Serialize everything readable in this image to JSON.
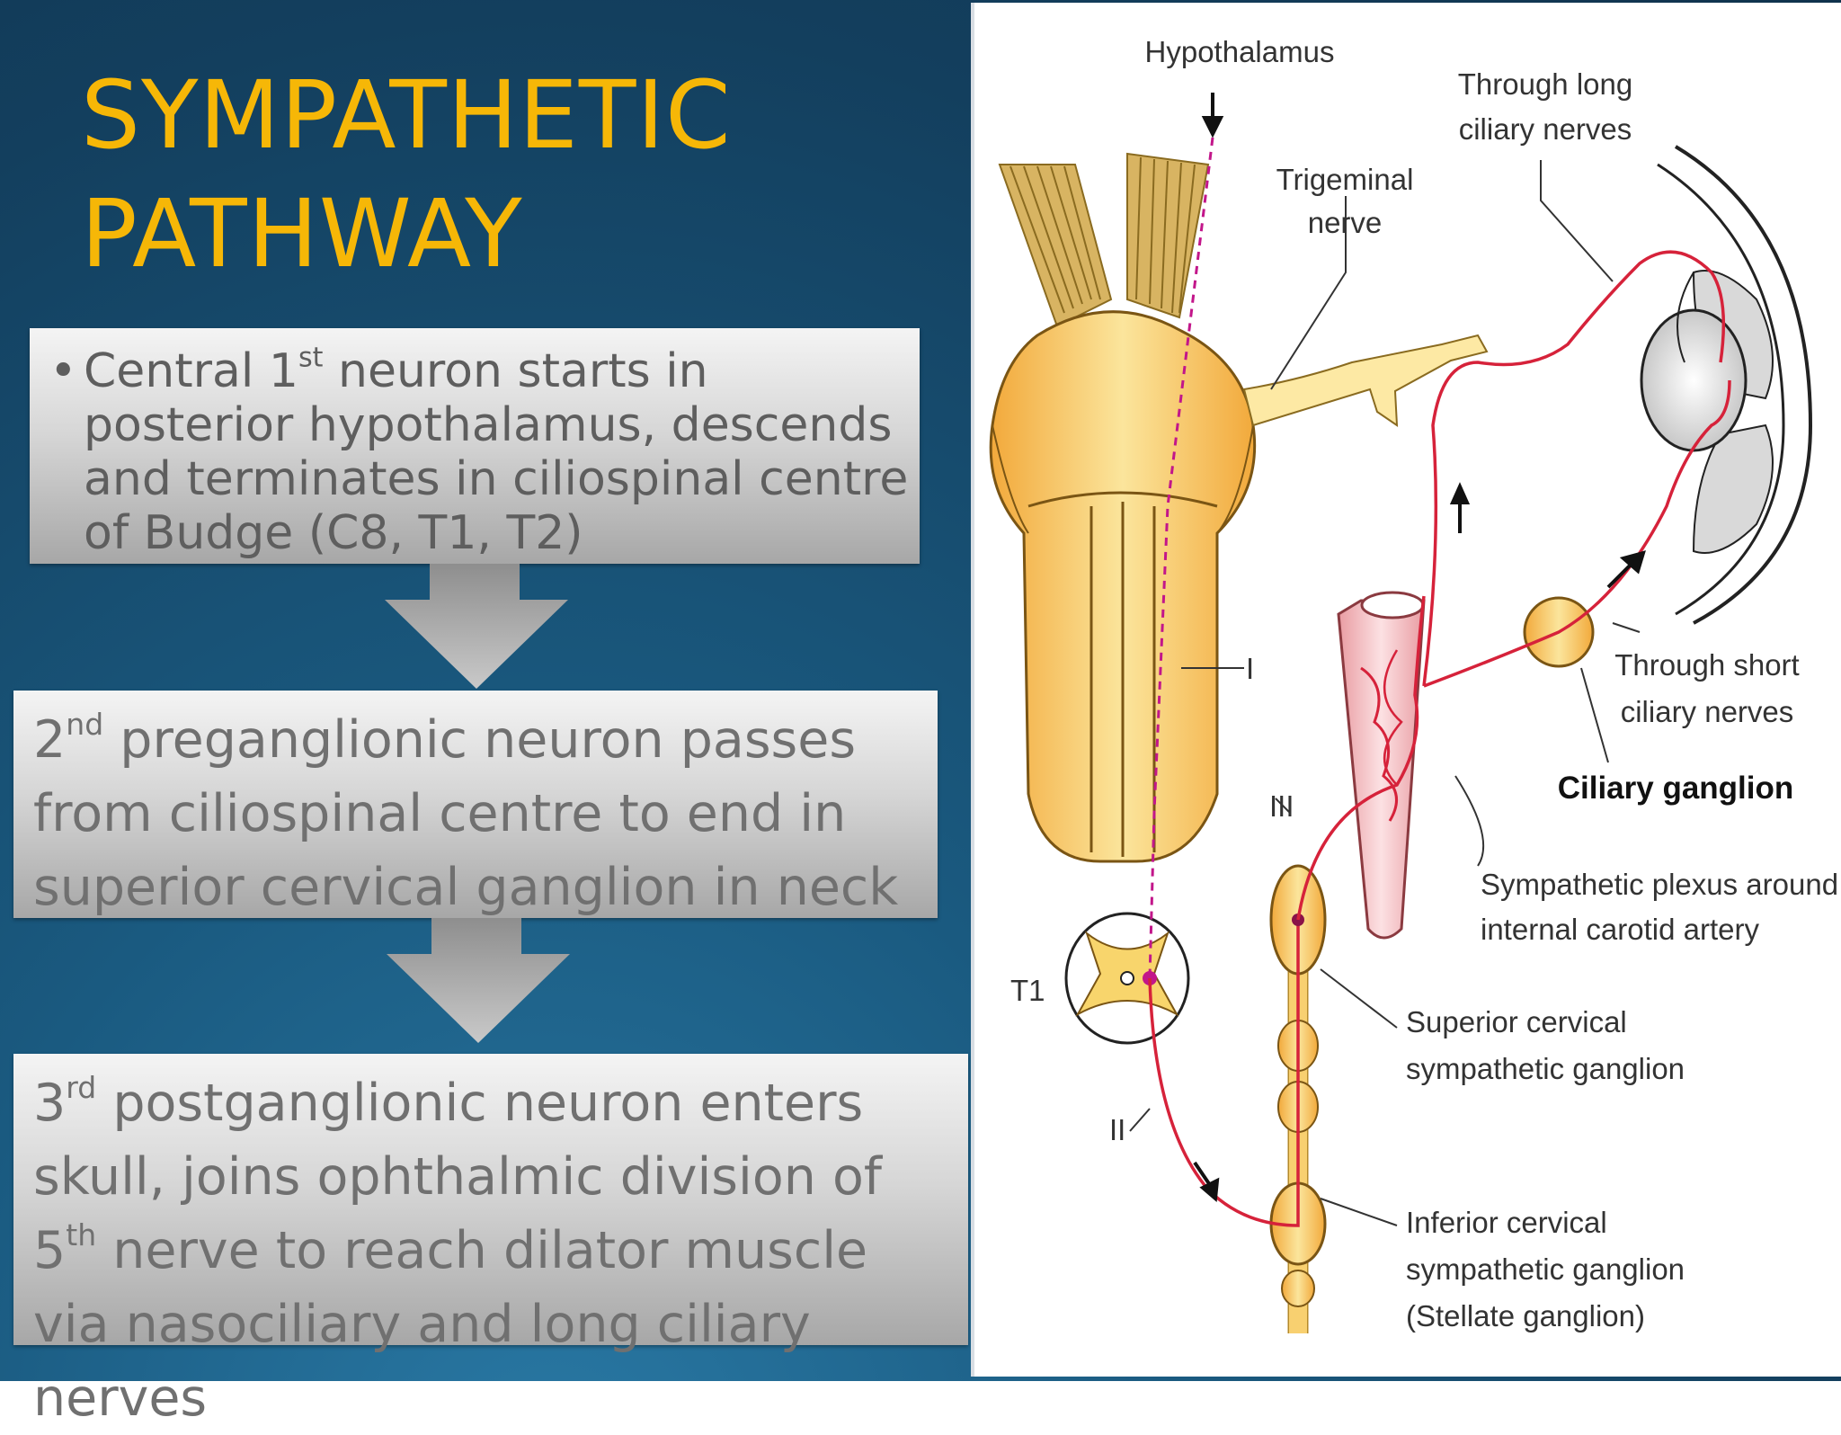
{
  "title": {
    "line1": "SYMPATHETIC",
    "line2": "PATHWAY"
  },
  "steps": {
    "step1": {
      "bullet": "•",
      "pre": "Central 1",
      "sup": "st",
      "post": " neuron starts in posterior hypothalamus, descends and terminates in ciliospinal centre of Budge (C8, T1, T2)"
    },
    "step2": {
      "pre": "2",
      "sup": "nd",
      "post": " preganglionic neuron passes from ciliospinal centre to end in superior cervical ganglion in neck"
    },
    "step3": {
      "pre": "3",
      "sup": "rd",
      "mid": " postganglionic neuron enters skull, joins ophthalmic division of 5",
      "sup2": "th",
      "post": " nerve to reach dilator muscle via nasociliary and long ciliary nerves"
    }
  },
  "diagram": {
    "labels": {
      "hypothalamus": "Hypothalamus",
      "long_ciliary_1": "Through long",
      "long_ciliary_2": "ciliary nerves",
      "trigeminal_1": "Trigeminal",
      "trigeminal_2": "nerve",
      "neuron_I": "I",
      "neuron_II": "II",
      "neuron_III": "III",
      "t1": "T1",
      "short_ciliary_1": "Through short",
      "short_ciliary_2": "ciliary nerves",
      "ciliary_ganglion": "Ciliary ganglion",
      "plexus_1": "Sympathetic plexus around",
      "plexus_2": "internal carotid artery",
      "sup_cervical_1": "Superior cervical",
      "sup_cervical_2": "sympathetic ganglion",
      "inf_cervical_1": "Inferior cervical",
      "inf_cervical_2": "sympathetic ganglion",
      "inf_cervical_3": "(Stellate ganglion)"
    },
    "colors": {
      "nerve": "#d6223a",
      "tract": "#c2168a",
      "tissue": "#f8c85a",
      "artery": "#f4b7bb"
    }
  }
}
